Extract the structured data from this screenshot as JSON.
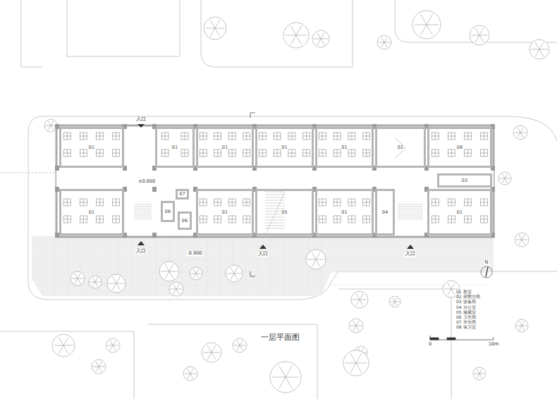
{
  "diagram": {
    "title": "一层平面图",
    "nodes": [
      {
        "text": [
          "01"
        ]
      },
      {
        "text": [
          "01"
        ]
      },
      {
        "text": [
          "01"
        ]
      },
      {
        "text": [
          "01"
        ]
      },
      {
        "text": [
          "01"
        ]
      },
      {
        "text": [
          "02"
        ]
      },
      {
        "text": [
          "08"
        ]
      },
      {
        "text": [
          "03"
        ]
      },
      {
        "text": [
          "01"
        ]
      },
      {
        "text": [
          "07"
        ]
      },
      {
        "text": [
          "06"
        ]
      },
      {
        "text": [
          "06"
        ]
      },
      {
        "text": [
          "01"
        ]
      },
      {
        "text": [
          "05"
        ]
      },
      {
        "text": [
          "01"
        ]
      },
      {
        "text": [
          "04"
        ]
      },
      {
        "text": [
          "01"
        ]
      }
    ],
    "labels": [
      "入口",
      "±0.000",
      "入口",
      "-0.900",
      "入口",
      "入口",
      "N",
      "0",
      "10m"
    ],
    "legend": [
      {
        "text": "01 教室"
      },
      {
        "text": "02 评图空间"
      },
      {
        "text": "03 设备间"
      },
      {
        "text": "04 办公室"
      },
      {
        "text": "05 储藏室"
      },
      {
        "text": "06 卫生间"
      },
      {
        "text": "07 开水间"
      },
      {
        "text": "08 保卫室"
      }
    ]
  }
}
